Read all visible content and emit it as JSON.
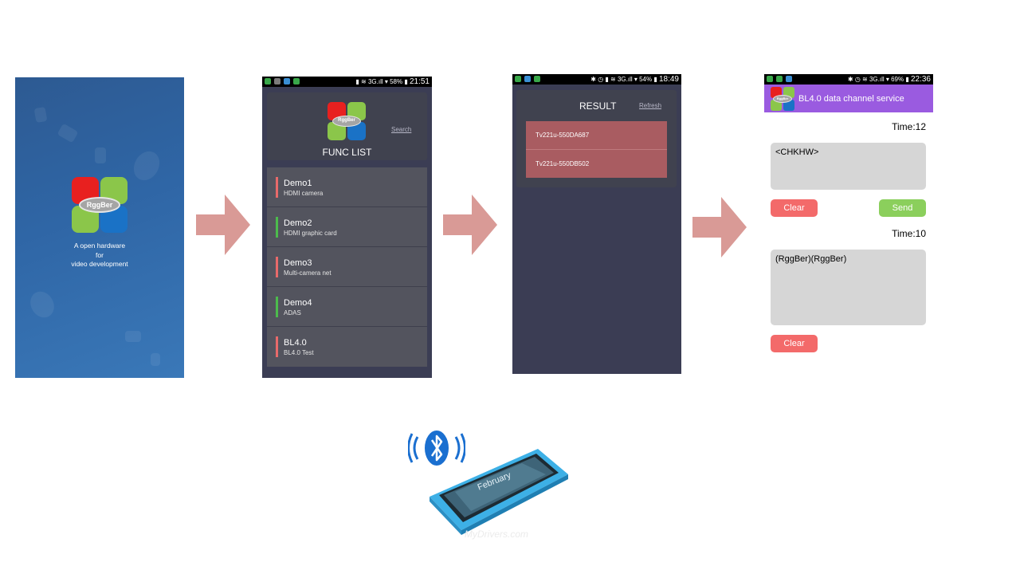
{
  "splash": {
    "logo_text": "RggBer",
    "tagline_1": "A open hardware",
    "tagline_2": "for",
    "tagline_3": "video development"
  },
  "funclist": {
    "status_battery": "58%",
    "status_time": "21:51",
    "logo_text": "RggBer",
    "search_label": "Search",
    "title": "FUNC LIST",
    "items": [
      {
        "title": "Demo1",
        "subtitle": "HDMI camera",
        "accent": "#e86a6a"
      },
      {
        "title": "Demo2",
        "subtitle": "HDMI graphic card",
        "accent": "#4cbb4c"
      },
      {
        "title": "Demo3",
        "subtitle": "Multi-camera net",
        "accent": "#e86a6a"
      },
      {
        "title": "Demo4",
        "subtitle": "ADAS",
        "accent": "#4cbb4c"
      },
      {
        "title": "BL4.0",
        "subtitle": "BL4.0 Test",
        "accent": "#e86a6a"
      }
    ]
  },
  "result": {
    "status_battery": "54%",
    "status_time": "18:49",
    "title": "RESULT",
    "refresh_label": "Refresh",
    "devices": [
      "Tv221u-550DA687",
      "Tv221u-550DB502"
    ]
  },
  "bl40": {
    "status_battery": "69%",
    "status_time": "22:36",
    "logo_text": "RggBer",
    "header_title": "BL4.0 data channel service",
    "send_time": "Time:12",
    "send_text": "<CHKHW>",
    "clear_label": "Clear",
    "send_label": "Send",
    "recv_time": "Time:10",
    "recv_text": "(RggBer)(RggBer)",
    "clear2_label": "Clear"
  },
  "phone": {
    "watermark": "MyDrivers.com",
    "date_text": "February"
  },
  "colors": {
    "arrow": "#d99a96",
    "header": "#9a5be0",
    "clear": "#f36a6a",
    "send": "#8bcf5c",
    "result_row": "#a95c61"
  }
}
